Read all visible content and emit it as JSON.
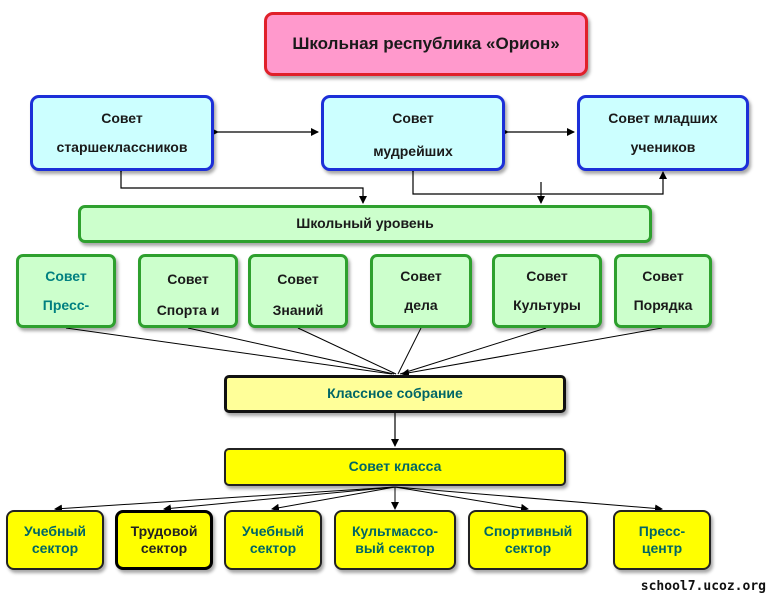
{
  "title": "Школьная республика «Орион»",
  "top_councils": {
    "senior": [
      "Совет",
      "старшеклассников"
    ],
    "wisest": [
      "Совет",
      "мудрейших"
    ],
    "junior": [
      "Совет младших",
      "учеников"
    ]
  },
  "school_level": "Школьный уровень",
  "councils": [
    {
      "lines": [
        "Совет",
        "Пресс-"
      ]
    },
    {
      "lines": [
        "Совет",
        "Спорта и"
      ]
    },
    {
      "lines": [
        "Совет",
        "Знаний"
      ]
    },
    {
      "lines": [
        "Совет",
        "дела"
      ]
    },
    {
      "lines": [
        "Совет",
        "Культуры"
      ]
    },
    {
      "lines": [
        "Совет",
        "Порядка"
      ]
    }
  ],
  "class_meeting": "Классное собрание",
  "class_council": "Совет класса",
  "sectors": [
    {
      "lines": [
        "Учебный",
        "сектор"
      ]
    },
    {
      "lines": [
        "Трудовой",
        "сектор"
      ]
    },
    {
      "lines": [
        "Учебный",
        "сектор"
      ]
    },
    {
      "lines": [
        "Культмассо-",
        "вый сектор"
      ]
    },
    {
      "lines": [
        "Спортивный",
        "сектор"
      ]
    },
    {
      "lines": [
        "Пресс-",
        "центр"
      ]
    }
  ],
  "watermark": "school7.ucoz.org",
  "colors": {
    "title_fill": "#ff99cc",
    "title_border": "#e0202a",
    "council_fill": "#ccffff",
    "council_border": "#1c2fd8",
    "green_fill": "#ccffcc",
    "green_border": "#2ea02e",
    "meeting_fill": "#ffff99",
    "yellow_fill": "#ffff00",
    "teal_text": "#006666"
  }
}
